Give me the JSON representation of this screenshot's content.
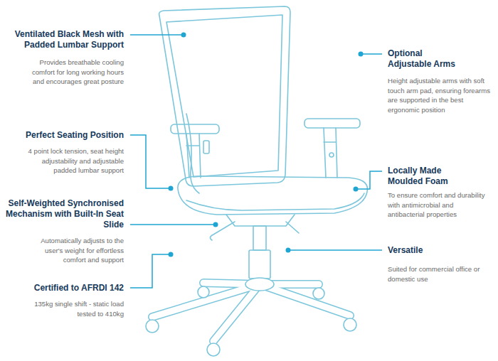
{
  "diagram": {
    "labels": [
      "Ventilated Black Mesh with Padded Lumbar Support",
      "Provides breathable cooling comfort for long working hours and encourages great posture",
      "Optional Adjustable Arms",
      "Height adjustable arms with soft touch arm pad, ensuring forearms are supported in the best ergonomic position",
      "Perfect Seating Position",
      "4 point lock tension, seat height adjustability and adjustable padded lumbar support",
      "Locally Made Moulded Foam",
      "To ensure comfort and durability with antimicrobial and antibacterial properties",
      "Self-Weighted Synchronised Mechanism with Built-In Seat Slide",
      "Automatically adjusts to the user's weight for effortless comfort and support",
      "Versatile",
      "Suited for commercial office or domestic use",
      "Certified to AFRDI 142",
      "135kg single shift - static load tested to 410kg"
    ]
  }
}
